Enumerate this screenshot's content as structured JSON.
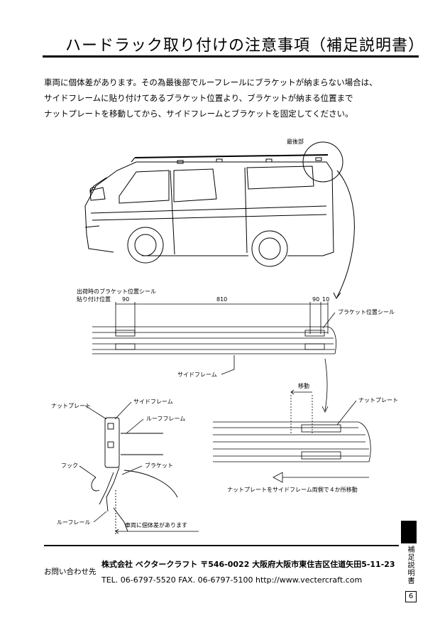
{
  "title": "ハードラック取り付けの注意事項（補足説明書）",
  "intro": [
    "車両に個体差があります。その為最後部でルーフレールにブラケットが納まらない場合は、",
    "サイドフレームに貼り付けてあるブラケット位置より、ブラケットが納まる位置まで",
    "ナットプレートを移動してから、サイドフレームとブラケットを固定してください。"
  ],
  "labels": {
    "rear_end": "最後部",
    "shipping_sticker_1": "出荷時のブラケット位置シール",
    "shipping_sticker_2": "貼り付け位置",
    "dim_90_left": "90",
    "dim_810": "810",
    "dim_90_right": "90",
    "dim_10": "10",
    "bracket_sticker": "ブラケット位置シール",
    "side_frame": "サイドフレーム",
    "move": "移動",
    "nut_plate_right": "ナットプレート",
    "nut_plate_left": "ナットプレート",
    "side_frame_2": "サイドフレーム",
    "roof_frame": "ルーフフレーム",
    "hook": "フック",
    "bracket": "ブラケット",
    "roof_rail": "ルーフレール",
    "vehicle_variance": "車両に個体差があります",
    "move_note": "ナットプレートをサイドフレーム両側で４か所移動"
  },
  "footer": {
    "company": "株式会社 ベクタークラフト 〒546-0022 大阪府大阪市東住吉区住道矢田5-11-23",
    "contact": "お問い合わせ先",
    "tel_line": "TEL. 06-6797-5520   FAX. 06-6797-5100      http://www.vectercraft.com",
    "tab": "補足説明書",
    "page": "6"
  }
}
